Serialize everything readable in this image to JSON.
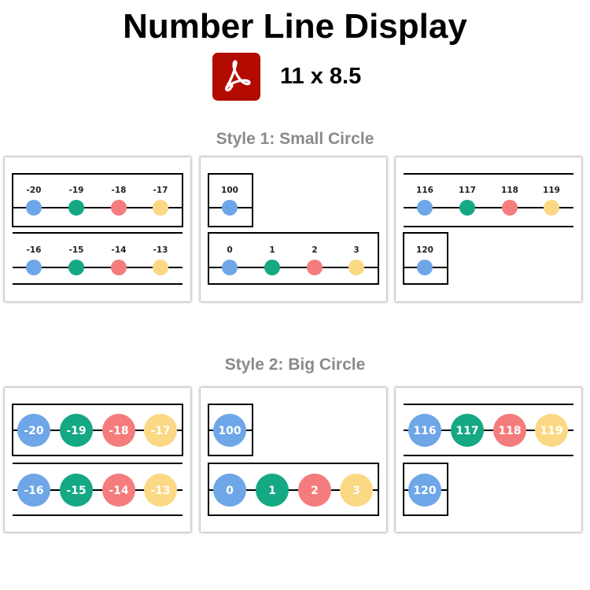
{
  "header": {
    "title": "Number Line Display",
    "format": "11 x 8.5",
    "icon": "adobe-pdf-icon",
    "icon_color": "#b30b00"
  },
  "colors": [
    "#6ea6e8",
    "#14a883",
    "#f47c7c",
    "#fbd884"
  ],
  "styles": [
    {
      "title": "Style 1: Small Circle",
      "type": "small",
      "cards": [
        {
          "rows": [
            {
              "numbers": [
                "-20",
                "-19",
                "-18",
                "-17"
              ]
            },
            {
              "numbers": [
                "-16",
                "-15",
                "-14",
                "-13"
              ]
            }
          ]
        },
        {
          "rows": [
            {
              "numbers": [
                "100"
              ]
            },
            {
              "numbers": [
                "0",
                "1",
                "2",
                "3"
              ]
            }
          ]
        },
        {
          "rows": [
            {
              "numbers": [
                "116",
                "117",
                "118",
                "119"
              ]
            },
            {
              "numbers": [
                "120"
              ]
            }
          ]
        }
      ]
    },
    {
      "title": "Style 2: Big Circle",
      "type": "big",
      "cards": [
        {
          "rows": [
            {
              "numbers": [
                "-20",
                "-19",
                "-18",
                "-17"
              ]
            },
            {
              "numbers": [
                "-16",
                "-15",
                "-14",
                "-13"
              ]
            }
          ]
        },
        {
          "rows": [
            {
              "numbers": [
                "100"
              ]
            },
            {
              "numbers": [
                "0",
                "1",
                "2",
                "3"
              ]
            }
          ]
        },
        {
          "rows": [
            {
              "numbers": [
                "116",
                "117",
                "118",
                "119"
              ]
            },
            {
              "numbers": [
                "120"
              ]
            }
          ]
        }
      ]
    }
  ]
}
